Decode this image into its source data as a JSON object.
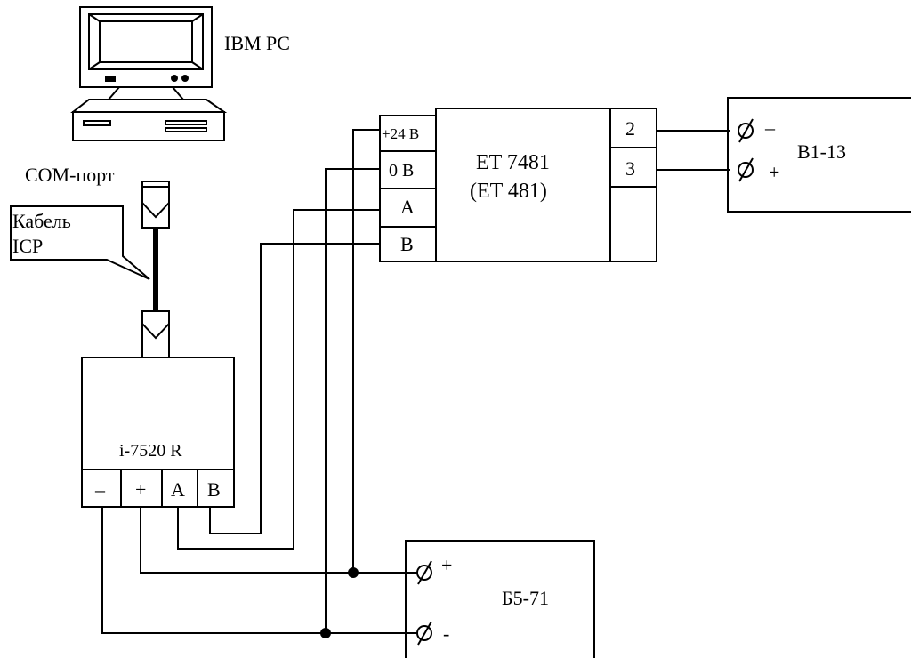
{
  "pc": {
    "label": "IBM PC"
  },
  "com_port": {
    "label": "COM-порт"
  },
  "cable": {
    "line1": "Кабель",
    "line2": "ICP"
  },
  "converter": {
    "name": "i-7520 R",
    "terminals": [
      "–",
      "+",
      "A",
      "B"
    ]
  },
  "module": {
    "name_line1": "ET 7481",
    "name_line2": "(ET 481)",
    "left_terminals": [
      "+24 В",
      "0 В",
      "A",
      "B"
    ],
    "right_terminals": [
      "2",
      "3"
    ]
  },
  "voltmeter": {
    "name": "В1-13",
    "minus": "–",
    "plus": "+"
  },
  "power_supply": {
    "name": "Б5-71",
    "plus": "+",
    "minus": "-"
  }
}
